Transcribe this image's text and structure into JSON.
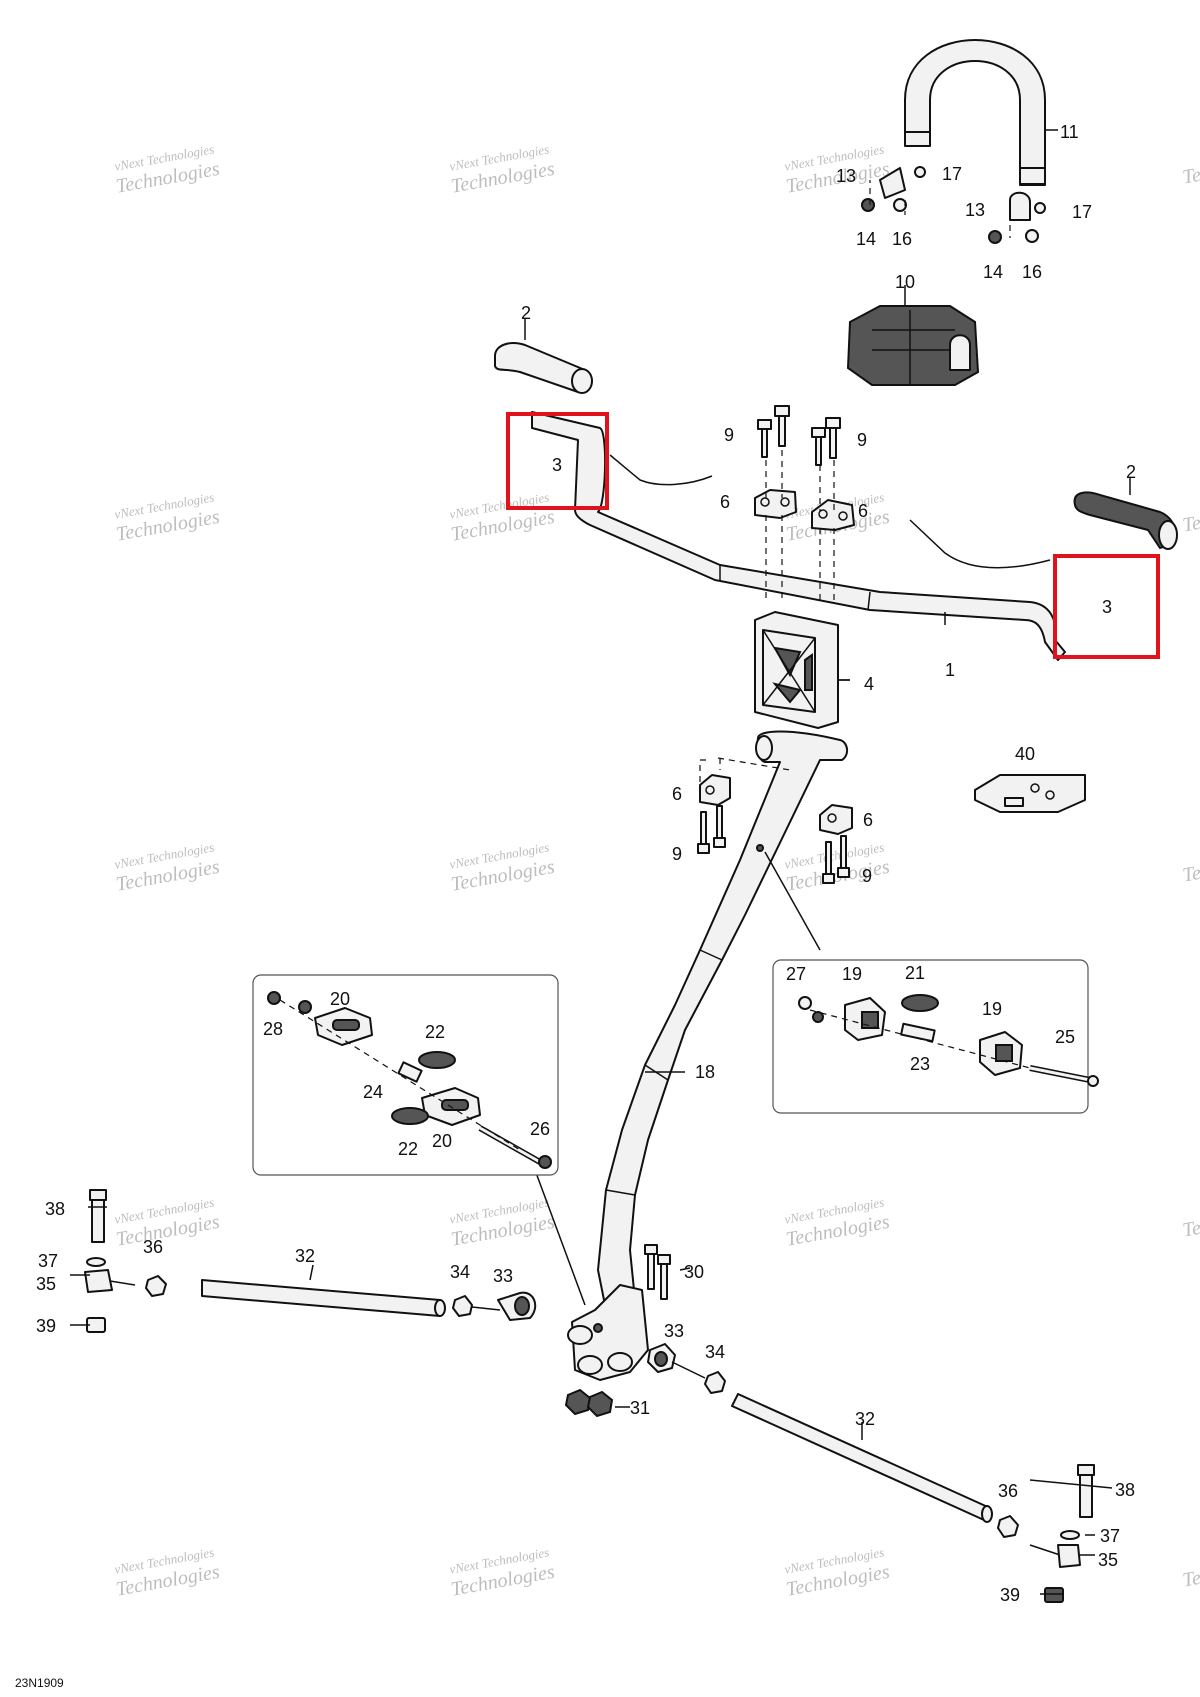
{
  "diagram": {
    "document_code": "23N1909",
    "watermark": {
      "line1": "vNext Technologies",
      "line2": "Technologies"
    },
    "part_numbers": {
      "p1": "1",
      "p2": "2",
      "p3": "3",
      "p4": "4",
      "p6": "6",
      "p9": "9",
      "p10": "10",
      "p11": "11",
      "p13": "13",
      "p14": "14",
      "p16": "16",
      "p17": "17",
      "p18": "18",
      "p19": "19",
      "p20": "20",
      "p21": "21",
      "p22": "22",
      "p23": "23",
      "p24": "24",
      "p25": "25",
      "p26": "26",
      "p27": "27",
      "p28": "28",
      "p30": "30",
      "p31": "31",
      "p32": "32",
      "p33": "33",
      "p34": "34",
      "p35": "35",
      "p36": "36",
      "p37": "37",
      "p38": "38",
      "p39": "39",
      "p40": "40"
    },
    "highlight_color": "#e0121b"
  }
}
